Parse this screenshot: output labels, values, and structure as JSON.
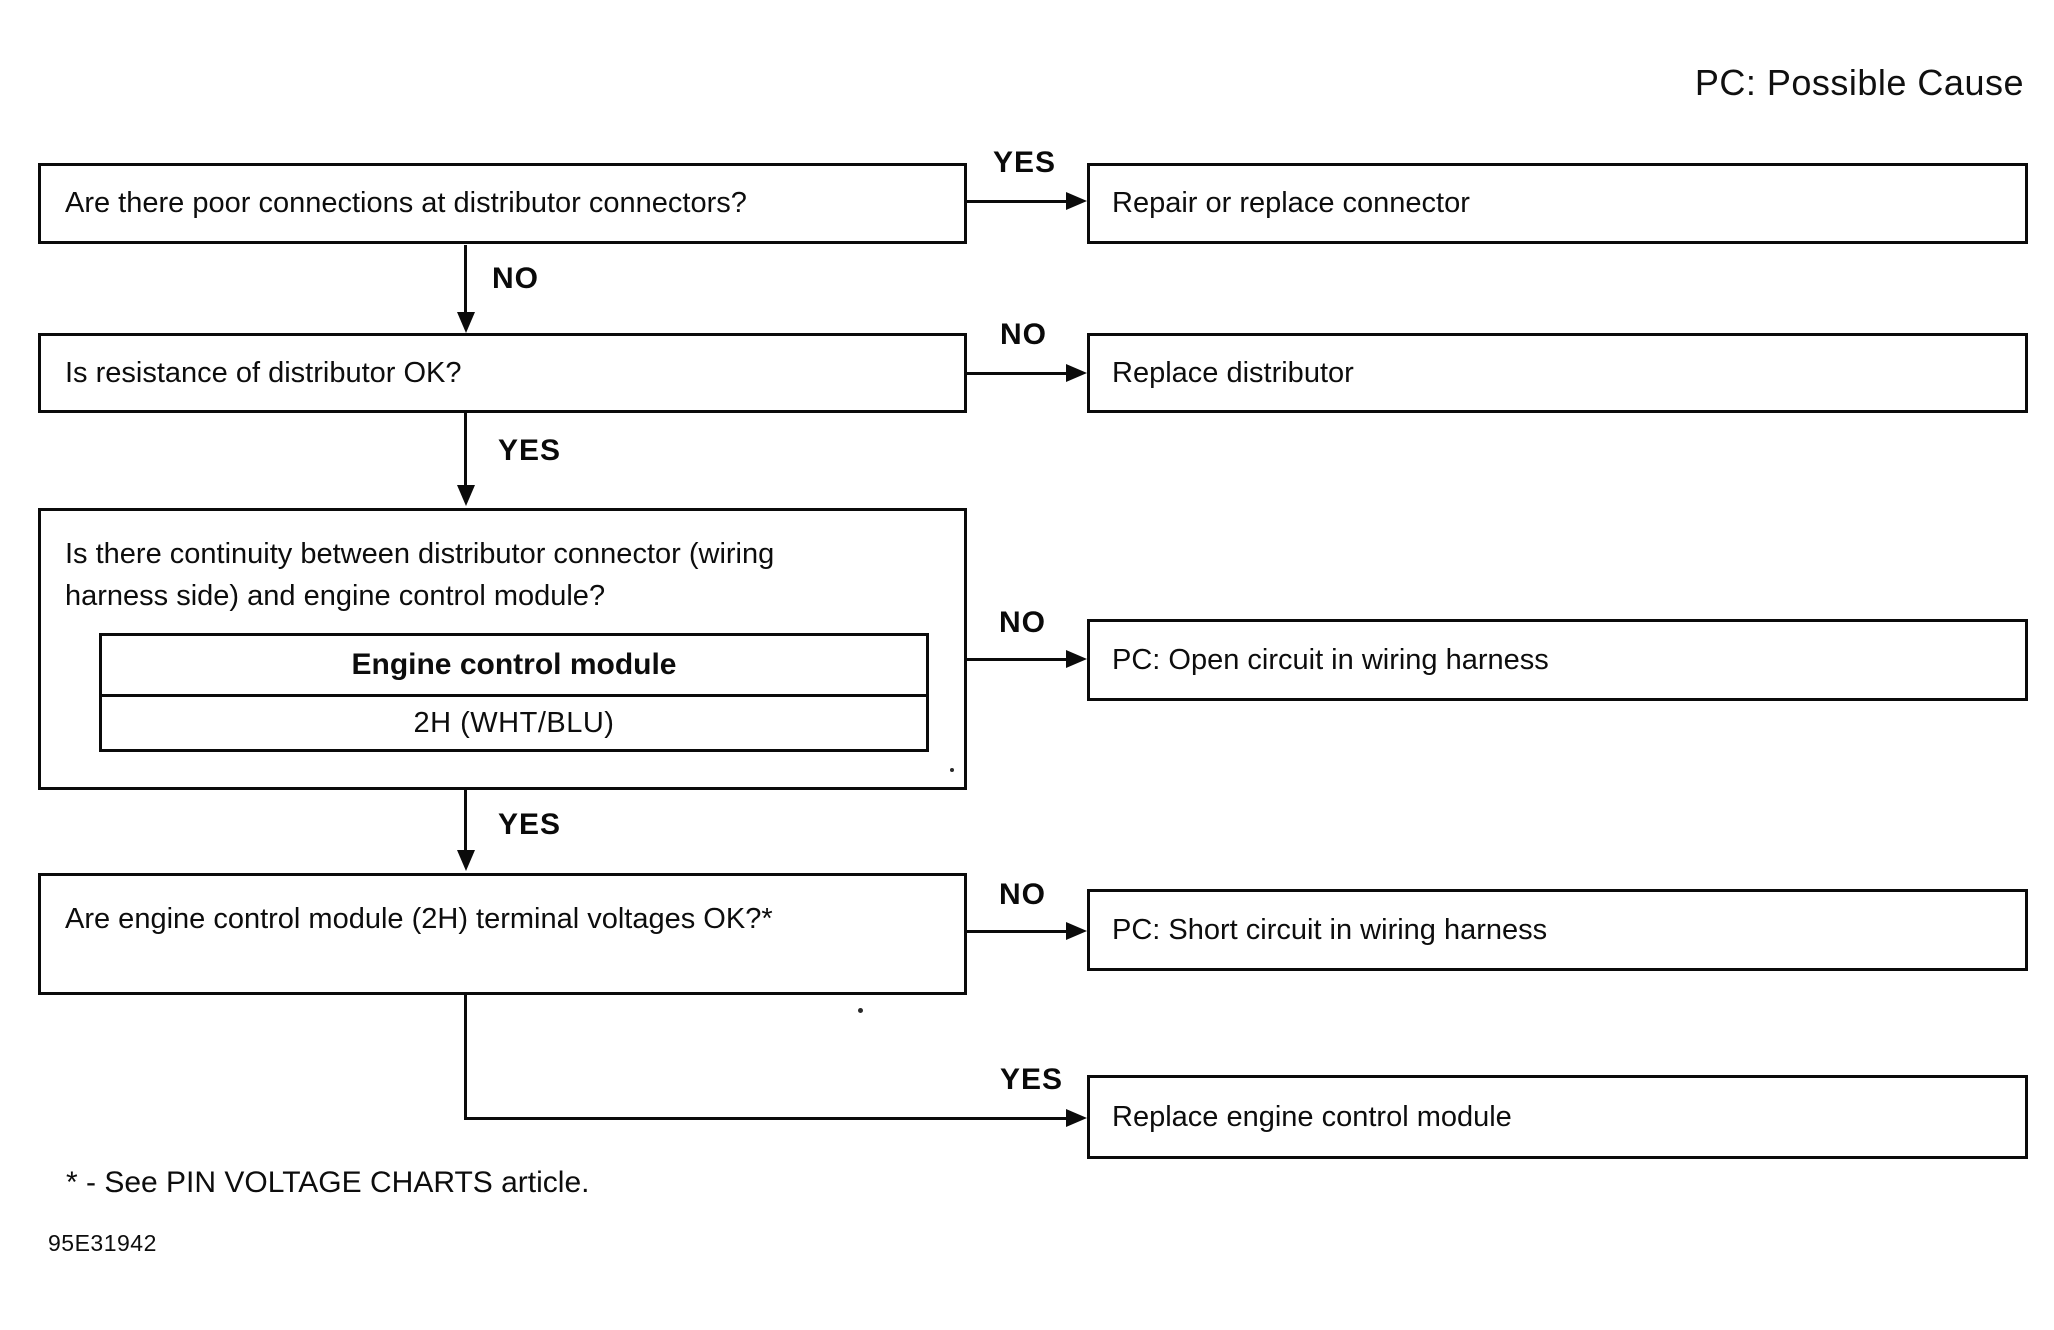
{
  "legend": "PC: Possible Cause",
  "nodes": {
    "q1": "Are there poor connections at distributor connectors?",
    "q2": "Is resistance of distributor OK?",
    "q3_line1": "Is there continuity between distributor connector (wiring",
    "q3_line2": "harness side) and engine control module?",
    "ecm_header": "Engine control module",
    "ecm_terminal": "2H (WHT/BLU)",
    "q4": "Are engine control module (2H) terminal voltages OK?*",
    "r1": "Repair or replace connector",
    "r2": "Replace distributor",
    "r3": "PC: Open circuit in wiring harness",
    "r4": "PC: Short circuit in wiring harness",
    "r5": "Replace engine control module"
  },
  "edges": {
    "q1_yes": "YES",
    "q1_no": "NO",
    "q2_no": "NO",
    "q2_yes": "YES",
    "q3_no": "NO",
    "q3_yes": "YES",
    "q4_no": "NO",
    "q4_yes": "YES"
  },
  "footnote": "* - See PIN VOLTAGE CHARTS article.",
  "figure_id": "95E31942"
}
